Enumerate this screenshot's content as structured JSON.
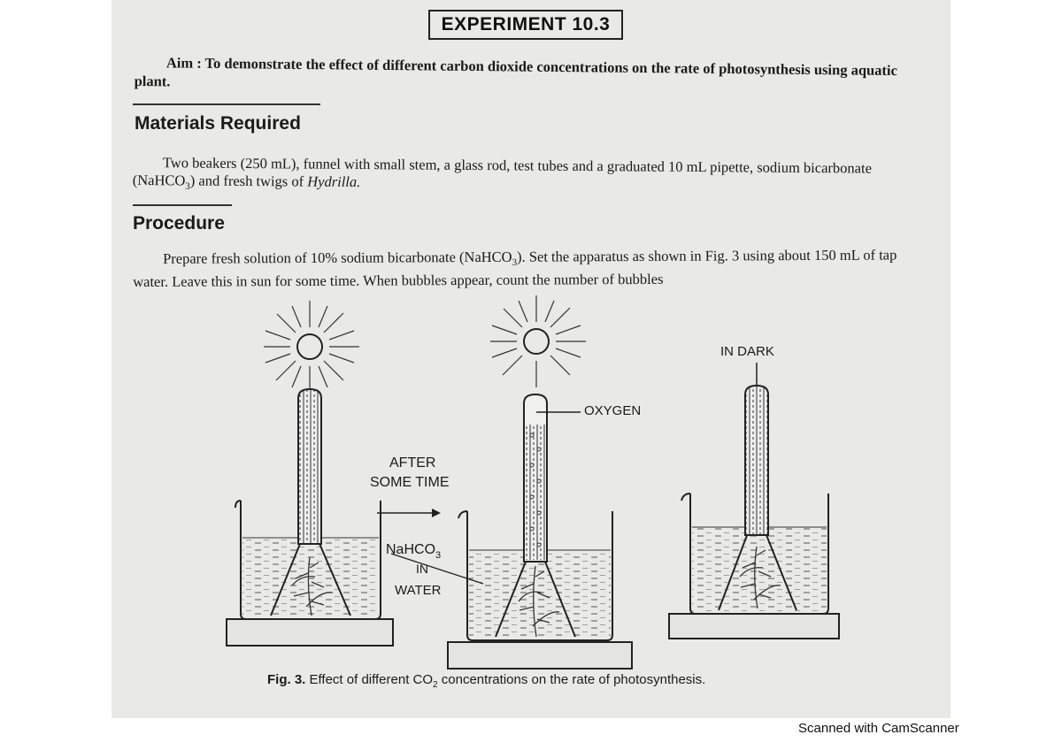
{
  "experiment_title": "EXPERIMENT 10.3",
  "aim": {
    "label": "Aim :",
    "text": "To demonstrate the effect of different carbon dioxide concentrations on the rate of photosynthesis using aquatic plant."
  },
  "materials": {
    "heading": "Materials Required",
    "text_before": "Two beakers (250 mL), funnel with small stem, a glass rod, test tubes and a graduated 10 mL pipette, sodium bicarbonate (NaHCO",
    "sub": "3",
    "text_mid": ") and fresh twigs of ",
    "italic": "Hydrilla."
  },
  "procedure": {
    "heading": "Procedure",
    "text_before": "Prepare fresh solution of 10% sodium bicarbonate (NaHCO",
    "sub": "3",
    "text_after": "). Set the apparatus as shown in Fig. 3 using about 150 mL of tap water. Leave this in sun for some time. When bubbles appear, count the number of bubbles"
  },
  "figure": {
    "label_after": "AFTER",
    "label_some_time": "SOME TIME",
    "label_nahco": "NaHCO",
    "label_nahco_sub": "3",
    "label_in": "IN",
    "label_water": "WATER",
    "label_oxygen": "OXYGEN",
    "label_in_dark": "IN DARK",
    "caption_label": "Fig. 3.",
    "caption_before": "Effect of different CO",
    "caption_sub": "2",
    "caption_after": " concentrations on the rate of photosynthesis."
  },
  "footer": {
    "scanner_text": "Scanned with CamScanner"
  }
}
